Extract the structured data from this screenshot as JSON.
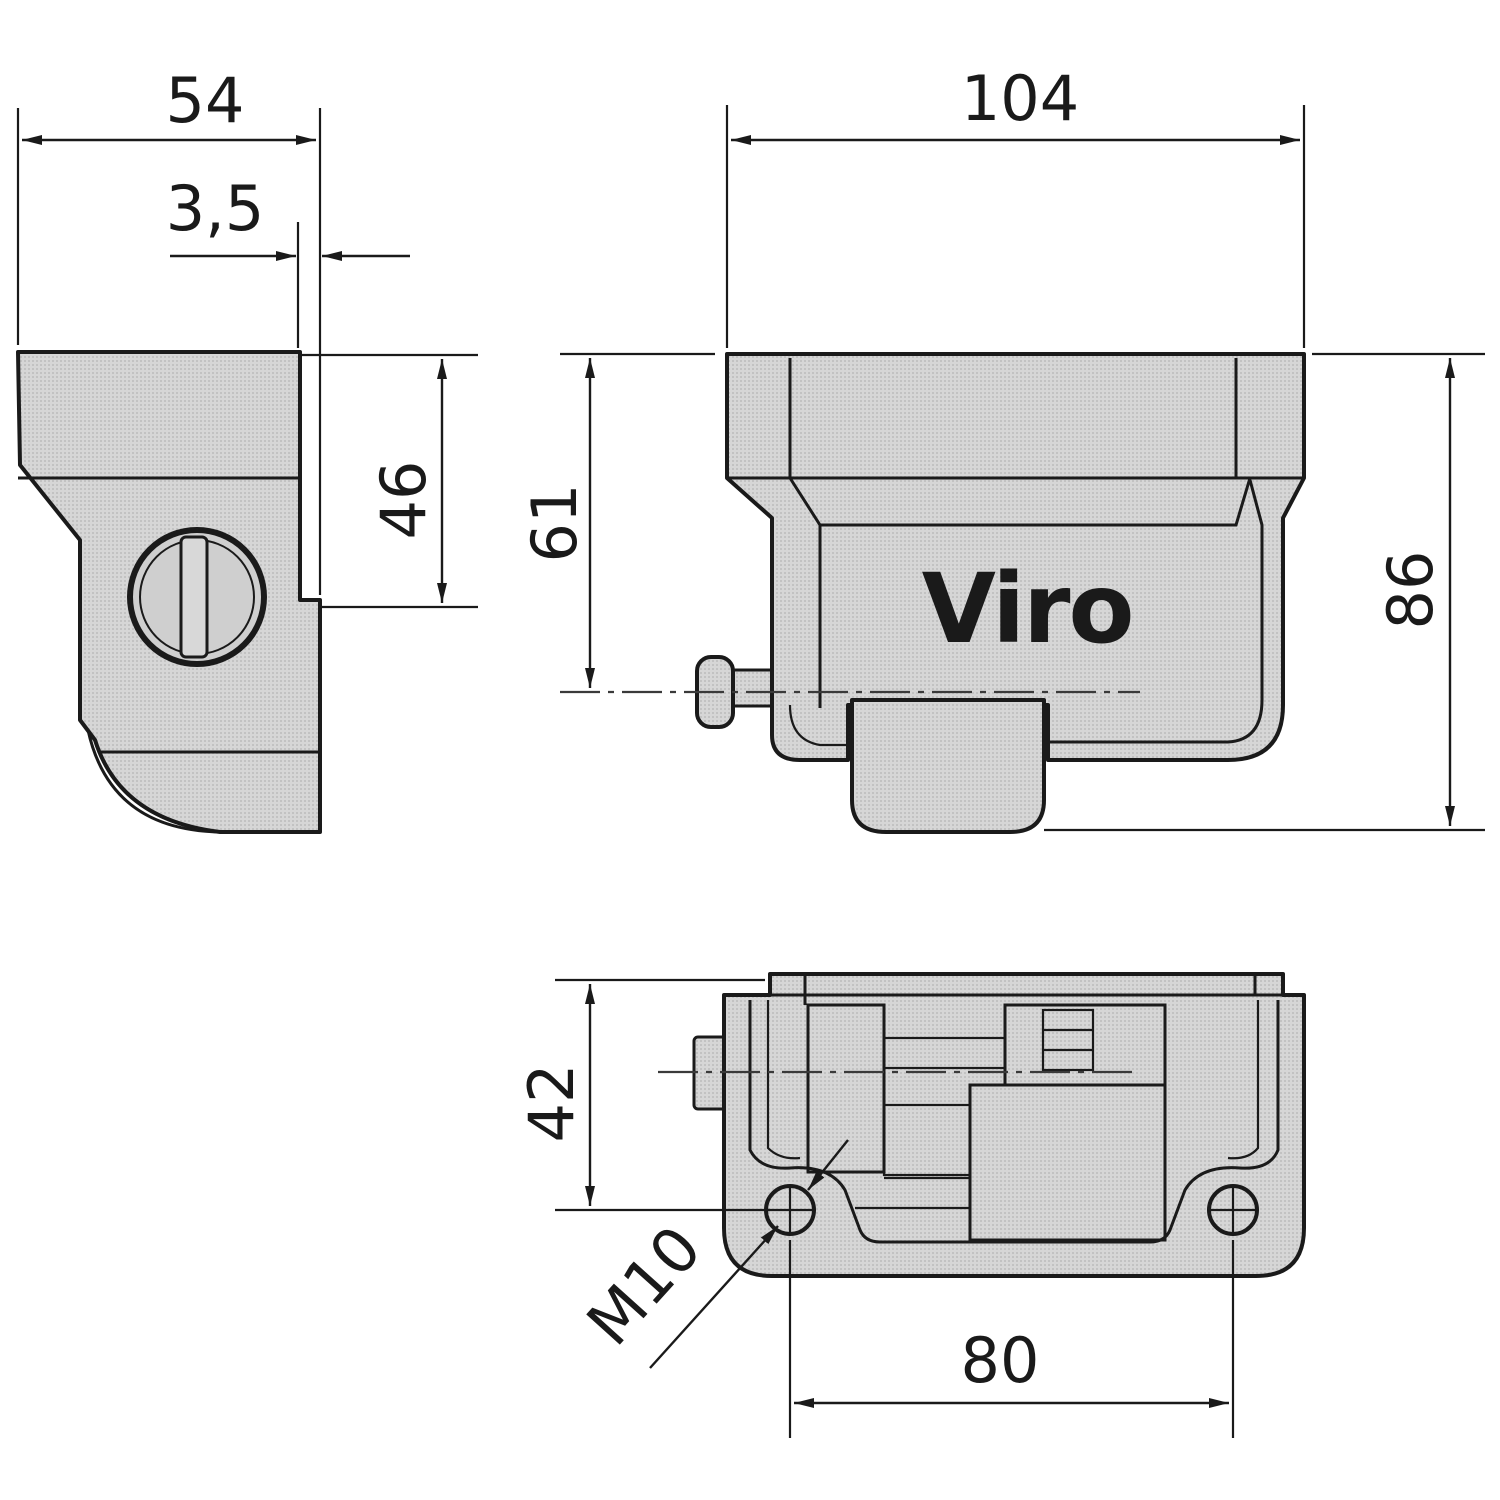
{
  "brand": {
    "logo": "Viro"
  },
  "dimensions": {
    "side_width": "54",
    "side_offset": "3,5",
    "side_height": "46",
    "front_width": "104",
    "front_height_axis": "61",
    "front_height_total": "86",
    "bottom_depth": "42",
    "bottom_hole_spacing": "80",
    "bottom_thread": "M10"
  }
}
